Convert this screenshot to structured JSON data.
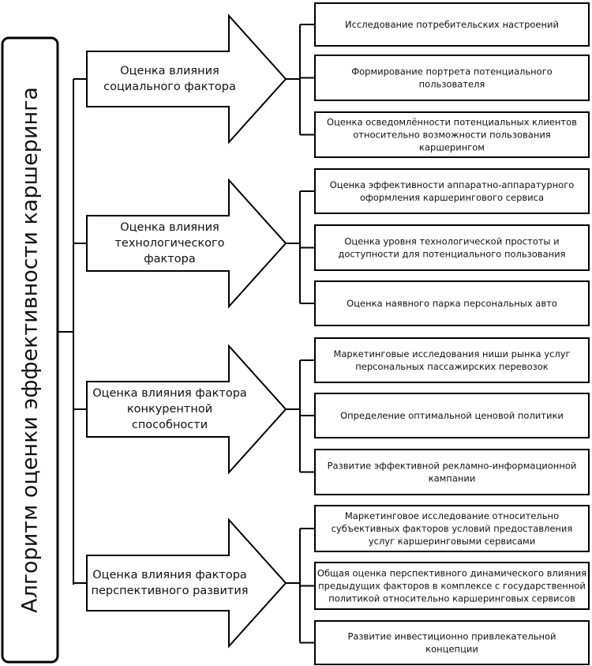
{
  "title": "Алгоритм оценки эффективности каршеринга",
  "factors": [
    {
      "lines": [
        "Оценка влияния",
        "социального фактора"
      ],
      "items": [
        [
          "Исследование потребительских настроений"
        ],
        [
          "Формирование портрета потенциального",
          "пользователя"
        ],
        [
          "Оценка осведомлённости потенциальных клиентов",
          "относительно возможности пользования",
          "каршерингом"
        ]
      ]
    },
    {
      "lines": [
        "Оценка влияния",
        "технологического",
        "фактора"
      ],
      "items": [
        [
          "Оценка эффективности аппаратно-аппаратурного",
          "оформления каршерингового сервиса"
        ],
        [
          "Оценка уровня технологической простоты и",
          "доступности для потенциального пользования"
        ],
        [
          "Оценка наявного парка персональных авто"
        ]
      ]
    },
    {
      "lines": [
        "Оценка влияния фактора",
        "конкурентной",
        "способности"
      ],
      "items": [
        [
          "Маркетинговые исследования ниши рынка услуг",
          "персональных пассажирских перевозок"
        ],
        [
          "Определение оптимальной ценовой политики"
        ],
        [
          "Развитие эффективной рекламно-информационной",
          "кампании"
        ]
      ]
    },
    {
      "lines": [
        "Оценка влияния фактора",
        "перспективного развития"
      ],
      "items": [
        [
          "Маркетинговое исследование относительно",
          "субъективных факторов условий предоставления",
          "услуг каршеринговыми сервисами"
        ],
        [
          "Общая оценка перспективного динамического влияния",
          "предыдущих факторов в комплексе с государственной",
          "политикой относительно каршеринговых сервисов"
        ],
        [
          "Развитие инвестиционно привлекательной",
          "концепции"
        ]
      ]
    }
  ]
}
